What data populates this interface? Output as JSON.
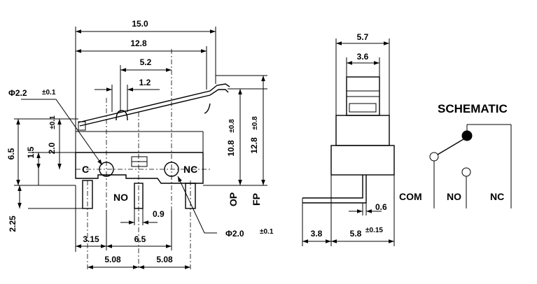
{
  "front_view": {
    "dim_overall_length": "15.0",
    "dim_lever_length": "12.8",
    "dim_actuator_offset": "5.2",
    "dim_actuator_width": "1.2",
    "dim_height_left": "6.5",
    "dim_hole_height": "1.5",
    "dim_top_offset": "2.0",
    "dim_top_offset_tol": "±0.1",
    "dim_lead_length": "2.25",
    "dim_hole_dia": "Φ2.2",
    "dim_hole_dia_tol": "±0.1",
    "dim_pin_hole_dia": "Φ2.0",
    "dim_pin_hole_dia_tol": "±0.1",
    "dim_op": "10.8",
    "dim_op_tol": "±0.8",
    "dim_fp": "12.8",
    "dim_fp_tol": "±0.8",
    "label_op": "OP",
    "label_fp": "FP",
    "dim_terminal_width": "0.9",
    "dim_left_to_c": "3.15",
    "dim_c_to_nc": "6.5",
    "dim_pitch_1": "5.08",
    "dim_pitch_2": "5.08",
    "terminal_c": "C",
    "terminal_no": "NO",
    "terminal_nc": "NC"
  },
  "side_view": {
    "dim_body_width": "5.7",
    "dim_plunger_width": "3.6",
    "dim_lead_offset": "3.8",
    "dim_base": "5.8",
    "dim_base_tol": "±0.15",
    "dim_lead_thickness": "0.6"
  },
  "schematic": {
    "title": "SCHEMATIC",
    "com": "COM",
    "no": "NO",
    "nc": "NC"
  }
}
